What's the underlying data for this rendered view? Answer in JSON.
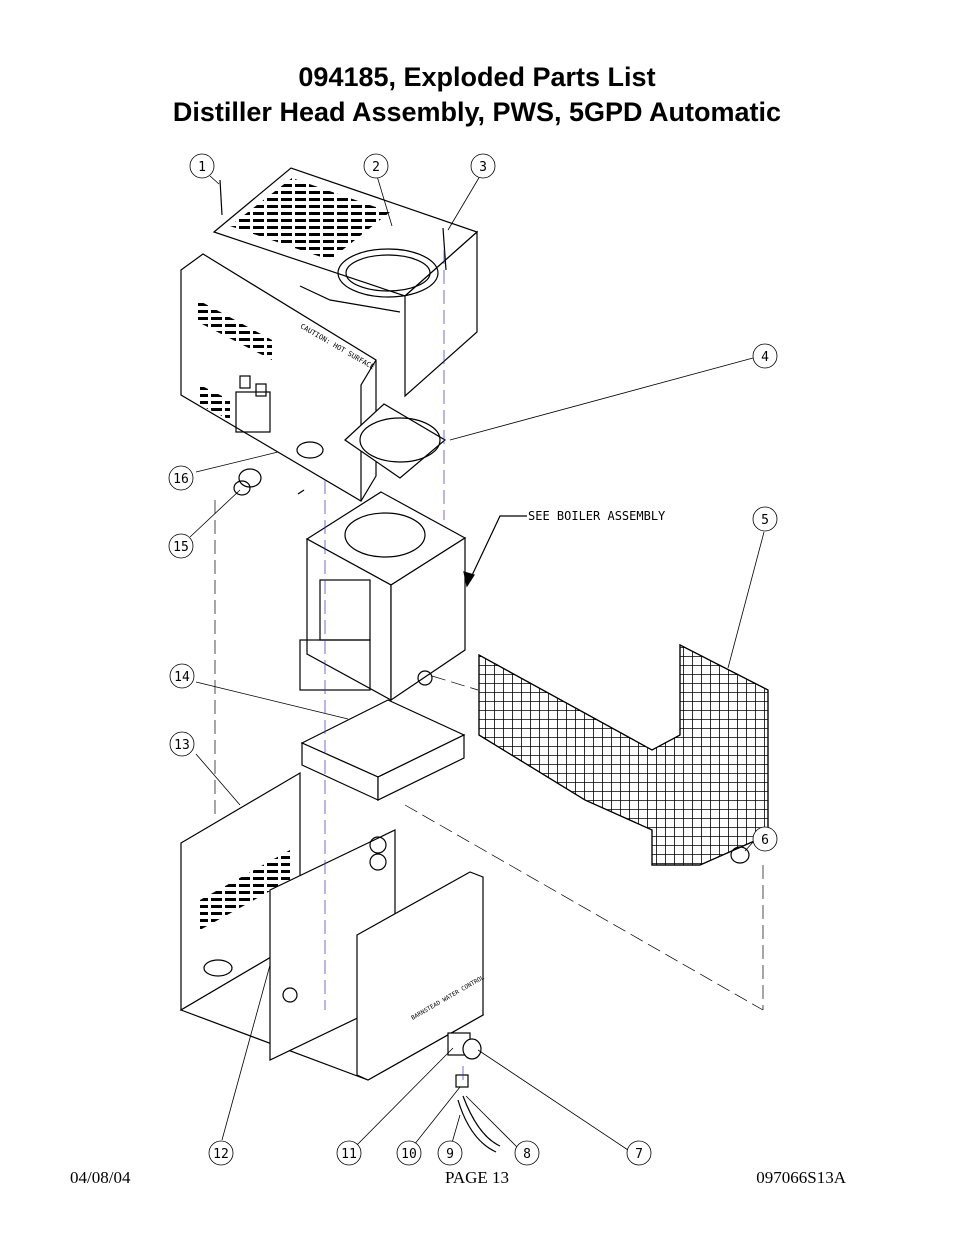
{
  "header": {
    "title_line1": "094185, Exploded Parts List",
    "title_line2": "Distiller Head Assembly, PWS, 5GPD Automatic"
  },
  "diagram": {
    "callouts": [
      "1",
      "2",
      "3",
      "4",
      "5",
      "6",
      "7",
      "8",
      "9",
      "10",
      "11",
      "12",
      "13",
      "14",
      "15",
      "16"
    ],
    "annotation": "SEE BOILER ASSEMBLY",
    "label_front": "BARNSTEAD WATER CONTROL",
    "label_side": "CAUTION: HOT SURFACE"
  },
  "footer": {
    "date": "04/08/04",
    "page": "PAGE 13",
    "doc_number": "097066S13A"
  }
}
